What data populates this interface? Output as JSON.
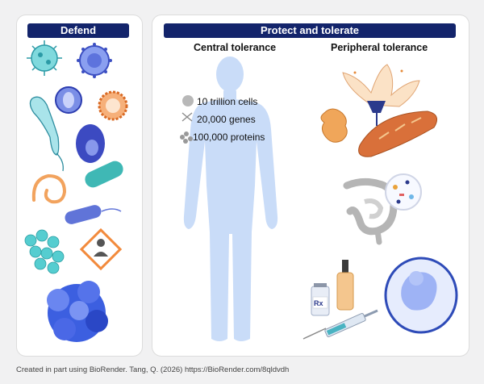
{
  "banners": {
    "defend": "Defend",
    "protect": "Protect and tolerate"
  },
  "subheadings": {
    "central": "Central tolerance",
    "peripheral": "Peripheral tolerance"
  },
  "stats": [
    {
      "icon": "cell-icon",
      "text": "10 trillion cells"
    },
    {
      "icon": "dna-icon",
      "text": "20,000 genes"
    },
    {
      "icon": "protein-icon",
      "text": "100,000 proteins"
    }
  ],
  "rx_label": "Rx",
  "footer": "Created in part using  BioRender. Tang, Q. (2026) https://BioRender.com/8qldvdh",
  "colors": {
    "banner": "#13246b",
    "body": "#c9dcf8",
    "virus_teal": "#6fd3d8",
    "virus_blue": "#7d92e8"
  }
}
